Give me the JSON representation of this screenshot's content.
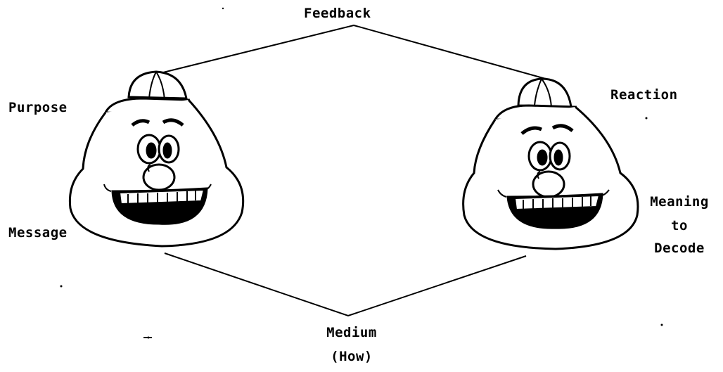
{
  "labels": {
    "feedback": "Feedback",
    "purpose": "Purpose",
    "reaction": "Reaction",
    "message": "Message",
    "meaning_line1": "Meaning",
    "meaning_line2": "to",
    "meaning_line3": "Decode",
    "medium_line1": "Medium",
    "medium_line2": "(How)"
  },
  "figures": [
    {
      "icon": "smiling-face-with-cap-icon"
    },
    {
      "icon": "smiling-face-with-cap-icon"
    }
  ],
  "colors": {
    "ink": "#000000",
    "paper": "#ffffff"
  }
}
